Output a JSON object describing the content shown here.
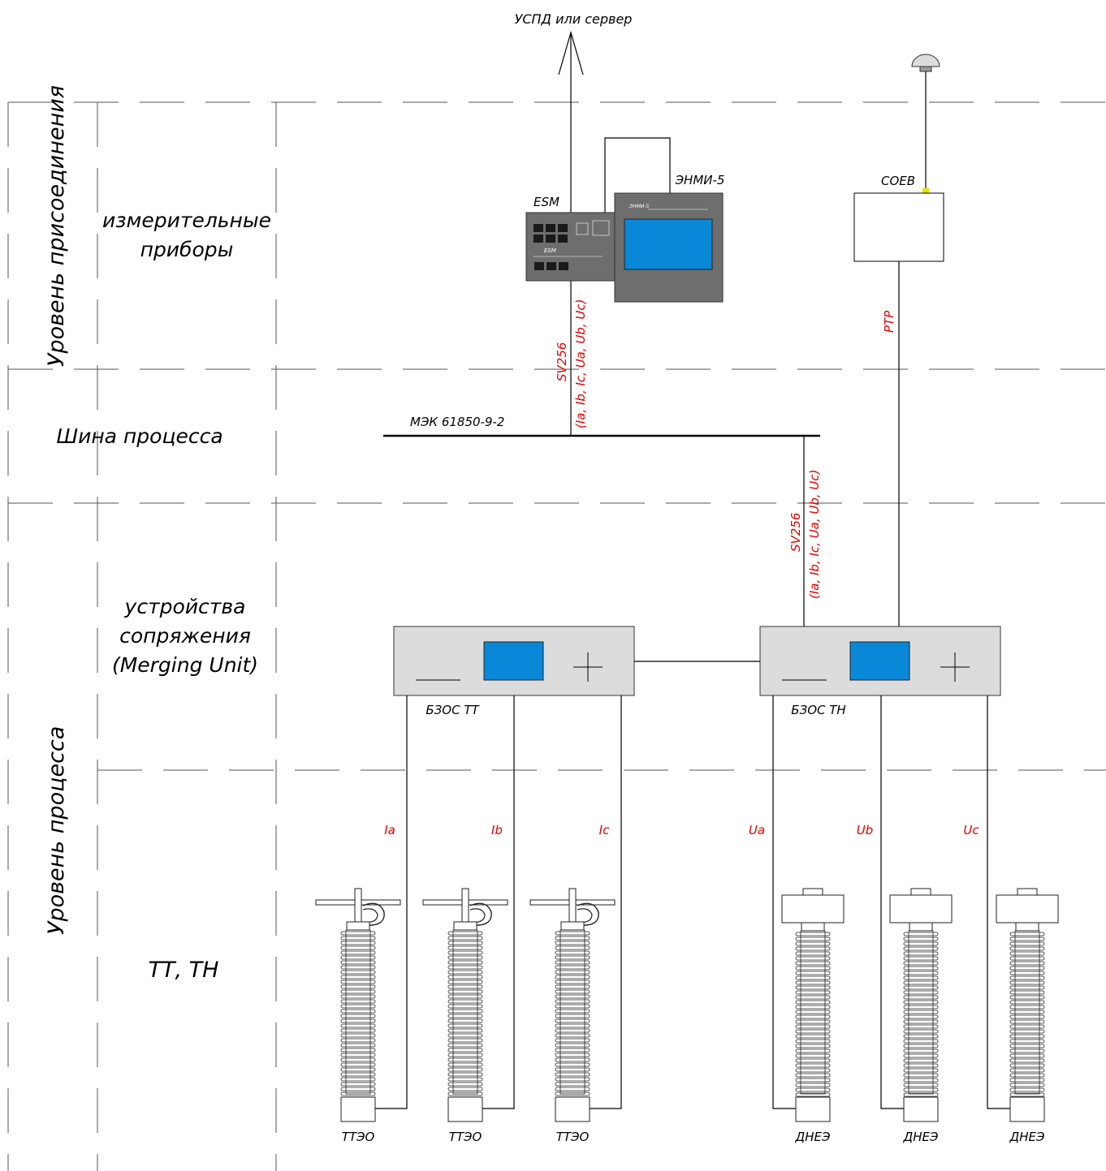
{
  "levels": {
    "connection": "Уровень присоединения",
    "process": "Уровень процесса"
  },
  "rows": {
    "meters_line1": "измерительные",
    "meters_line2": "приборы",
    "bus": "Шина процесса",
    "mu_line1": "устройства",
    "mu_line2": "сопряжения",
    "mu_line3": "(Merging Unit)",
    "ct_vt": "ТТ, ТН"
  },
  "top": {
    "uplink": "УСПД или сервер"
  },
  "devices": {
    "esm": "ESM",
    "esm_face": "ESM",
    "enmi": "ЭНМИ-5",
    "enmi_face": "ЭНМИ-5",
    "soev": "СОЕВ",
    "bzos_tt": "БЗОС ТТ",
    "bzos_tn": "БЗОС ТН"
  },
  "links": {
    "bus_std": "МЭК 61850-9-2",
    "sv_a": "SV256",
    "sv_a_sig": "(Ia, Ib, Ic, Ua, Ub, Uc)",
    "sv_b": "SV256",
    "sv_b_sig": "(Ia, Ib, Ic, Ua, Ub, Uc)",
    "ptp": "PTP"
  },
  "phases": {
    "ia": "Ia",
    "ib": "Ib",
    "ic": "Ic",
    "ua": "Ua",
    "ub": "Ub",
    "uc": "Uc"
  },
  "sensors": {
    "ct1": "ТТЭО",
    "ct2": "ТТЭО",
    "ct3": "ТТЭО",
    "vt1": "ДНЕЭ",
    "vt2": "ДНЕЭ",
    "vt3": "ДНЕЭ"
  },
  "colors": {
    "signal_text": "#e00000",
    "screen": "#0a88d8",
    "unit_fill": "#dcdcdc",
    "device_dark": "#6e6e6e",
    "gps_dot": "#e8e000"
  }
}
